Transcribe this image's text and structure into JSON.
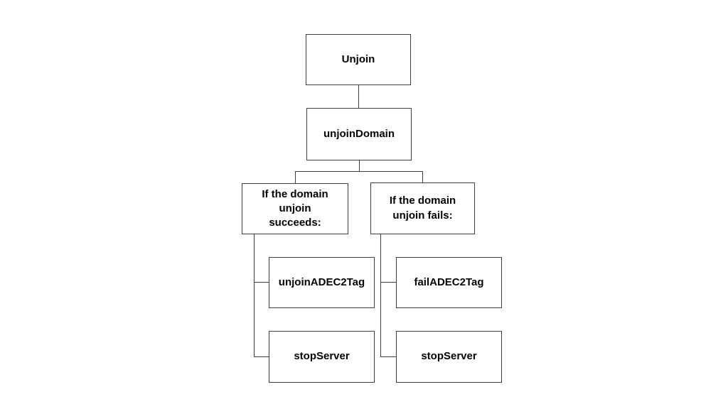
{
  "diagram": {
    "colors": {
      "background": "#ffffff",
      "line": "#3f3f3f",
      "box_fill": "#ffffff",
      "text": "#000000"
    },
    "nodes": {
      "unjoin": {
        "label": "Unjoin"
      },
      "unjoin_domain": {
        "label": "unjoinDomain"
      },
      "succeeds_header": {
        "label": "If the domain\nunjoin\nsucceeds:"
      },
      "fails_header": {
        "label": "If the domain\nunjoin fails:"
      },
      "unjoin_adec2tag": {
        "label": "unjoinADEC2Tag"
      },
      "stop_server_left": {
        "label": "stopServer"
      },
      "fail_adec2tag": {
        "label": "failADEC2Tag"
      },
      "stop_server_right": {
        "label": "stopServer"
      }
    }
  }
}
